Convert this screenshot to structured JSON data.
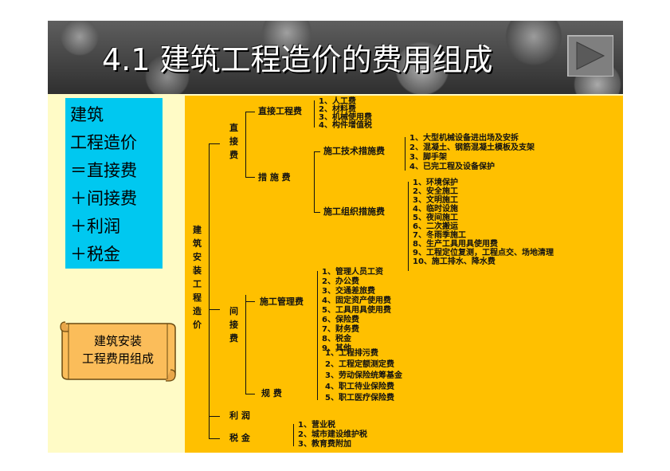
{
  "slide": {
    "title": "4.1  建筑工程造价的费用组成",
    "formula": [
      "建筑",
      "工程造价",
      "＝直接费",
      "＋间接费",
      "＋利润",
      "＋税金"
    ],
    "scroll_label": [
      "建筑安装",
      "工程费用组成"
    ]
  },
  "tree": {
    "root": "建筑安装工程造价",
    "direct": {
      "label": "直接费",
      "works": {
        "label": "直接工程费",
        "items": [
          "1、人工费",
          "2、材料费",
          "3、机械使用费",
          "4、构件增值税"
        ]
      },
      "measures": {
        "label": "措 施 费",
        "tech": {
          "label": "施工技术措施费",
          "items": [
            "1、大型机械设备进出场及安拆",
            "2、混凝土、钢筋混凝土模板及支架",
            "3、脚手架",
            "4、已完工程及设备保护"
          ]
        },
        "org": {
          "label": "施工组织措施费",
          "items": [
            "1、环境保护",
            "2、安全施工",
            "3、文明施工",
            "4、临时设施",
            "5、夜间施工",
            "6、二次搬运",
            "7、冬雨季施工",
            "8、生产工具用具使用费",
            "9、工程定位复测，工程点交、场地清理",
            "10、施工排水、降水费"
          ]
        }
      }
    },
    "indirect": {
      "label": "间接费",
      "mgmt": {
        "label": "施工管理费",
        "items": [
          "1、管理人员工资",
          "2、办公费",
          "3、交通差旅费",
          "4、固定资产使用费",
          "5、工具用具使用费",
          "6、保险费",
          "7、财务费",
          "8、税金",
          "9、其他"
        ]
      },
      "fees": {
        "label": "规 费",
        "items": [
          "1、工程排污费",
          "2、工程定额测定费",
          "3、劳动保险统筹基金",
          "4、职工待业保险费",
          "5、职工医疗保险费"
        ]
      }
    },
    "profit": "利 润",
    "tax": {
      "label": "税 金",
      "items": [
        "1、营业税",
        "2、城市建设维护税",
        "3、教育费附加"
      ]
    }
  }
}
